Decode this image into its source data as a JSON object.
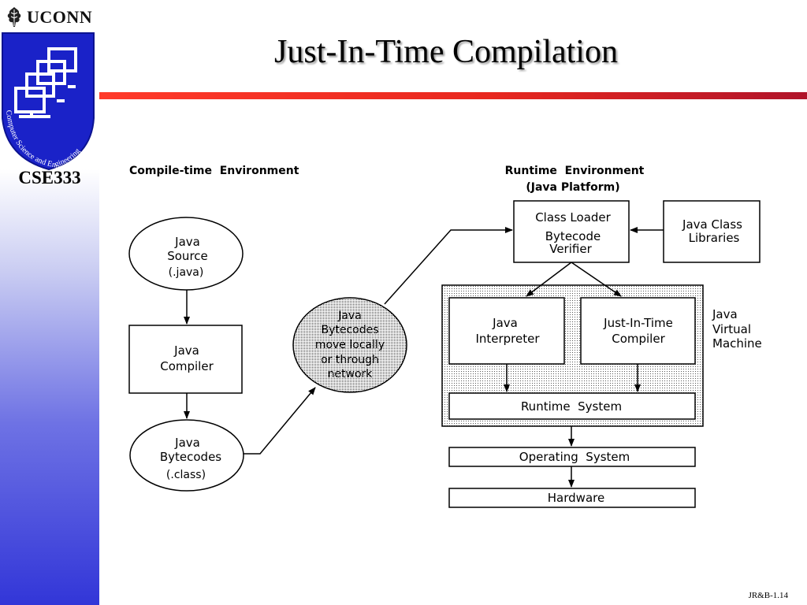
{
  "header": {
    "university": "UCONN",
    "course": "CSE333",
    "logo_text": "Computer Science and Engineering",
    "title": "Just-In-Time Compilation"
  },
  "colors": {
    "rule_red": "#e8281f",
    "sidebar_blue": "#3236d8"
  },
  "icons": [
    "oak-leaf-icon",
    "computer-network-icon"
  ],
  "diagram": {
    "compile_time_heading": "Compile-time  Environment",
    "runtime_heading_1": "Runtime  Environment",
    "runtime_heading_2": "(Java Platform)",
    "java_source": [
      "Java",
      "Source",
      "(.java)"
    ],
    "java_compiler": [
      "Java",
      "Compiler"
    ],
    "java_bytecodes_file": [
      "Java",
      "Bytecodes",
      "(.class)"
    ],
    "bytecodes_transfer": [
      "Java",
      "Bytecodes",
      "move locally",
      "or through",
      "network"
    ],
    "class_loader": [
      "Class Loader",
      "Bytecode",
      "Verifier"
    ],
    "class_libraries": [
      "Java Class",
      "Libraries"
    ],
    "jvm_label": [
      "Java",
      "Virtual",
      "Machine"
    ],
    "interpreter": [
      "Java",
      "Interpreter"
    ],
    "jit_compiler": [
      "Just-In-Time",
      "Compiler"
    ],
    "runtime_system": "Runtime  System",
    "operating_system": "Operating  System",
    "hardware": "Hardware"
  },
  "footer": "JR&B-1.14"
}
